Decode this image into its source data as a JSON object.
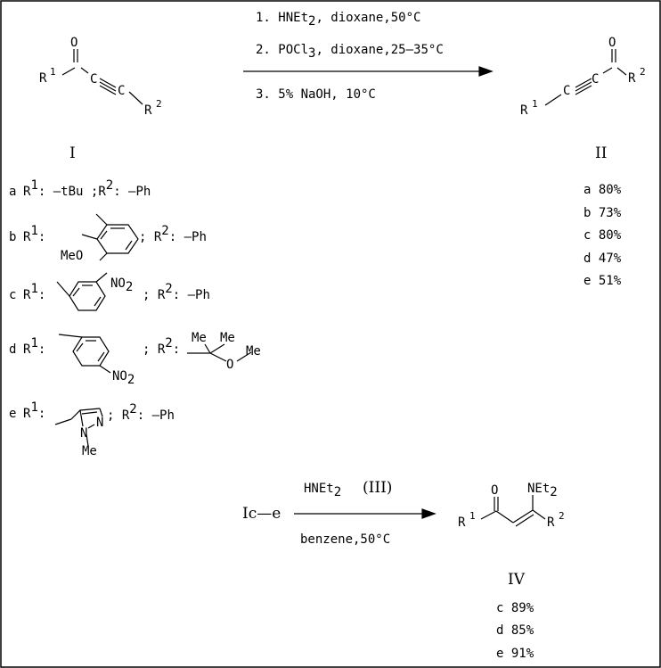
{
  "reaction1": {
    "conditions": [
      {
        "pre": "1. HNEt",
        "sub": "2",
        "post": ",  dioxane,50°C"
      },
      {
        "pre": "2. POCl",
        "sub": "3",
        "post": ",  dioxane,25–35°C"
      },
      {
        "pre": "3. 5% NaOH,  10°C",
        "sub": "",
        "post": ""
      }
    ],
    "start_label": "I",
    "product_label": "II",
    "start_atoms": {
      "o": "O",
      "r1": "R",
      "r1_sup": "1",
      "c1": "C",
      "c2": "C",
      "r2": "R",
      "r2_sup": "2"
    },
    "product_atoms": {
      "o": "O",
      "r1": "R",
      "r1_sup": "1",
      "c1": "C",
      "c2": "C",
      "r2": "R",
      "r2_sup": "2"
    }
  },
  "substituents": [
    {
      "letter": "a",
      "r1_text": "R",
      "r1_sup": "1",
      "r1_group": ": —tBu ;",
      "r2_text": "R",
      "r2_sup": "2",
      "r2_group": ": —Ph"
    },
    {
      "letter": "b",
      "r1_text": "R",
      "r1_sup": "1",
      "r1_group": ":",
      "ring_label": "MeO",
      "r2_text": "; R",
      "r2_sup": "2",
      "r2_group": ": —Ph"
    },
    {
      "letter": "c",
      "r1_text": "R",
      "r1_sup": "1",
      "r1_group": ":",
      "ring_label": "NO",
      "ring_label_sub": "2",
      "r2_text": "; R",
      "r2_sup": "2",
      "r2_group": ": —Ph"
    },
    {
      "letter": "d",
      "r1_text": "R",
      "r1_sup": "1",
      "r1_group": ":",
      "ring_label": "NO",
      "ring_label_sub": "2",
      "r2_text": "; R",
      "r2_sup": "2",
      "r2_group": ":",
      "r2_atoms": {
        "me1": "Me",
        "me2": "Me",
        "o": "O",
        "me3": "Me"
      }
    },
    {
      "letter": "e",
      "r1_text": "R",
      "r1_sup": "1",
      "r1_group": ":",
      "ring_atoms": {
        "n1": "N",
        "n2": "N",
        "me": "Me"
      },
      "r2_text": "; R",
      "r2_sup": "2",
      "r2_group": ": —Ph"
    }
  ],
  "yields_II": [
    {
      "letter": "a",
      "value": "80%"
    },
    {
      "letter": "b",
      "value": "73%"
    },
    {
      "letter": "c",
      "value": "80%"
    },
    {
      "letter": "d",
      "value": "47%"
    },
    {
      "letter": "e",
      "value": "51%"
    }
  ],
  "reaction2": {
    "start": "Ic—e",
    "reagent_pre": "HNEt",
    "reagent_sub": "2",
    "reagent_label": "(III)",
    "solvent": "benzene,50°C",
    "product_label": "IV",
    "product_atoms": {
      "o": "O",
      "n": "NEt",
      "n_sub": "2",
      "r1": "R",
      "r1_sup": "1",
      "r2": "R",
      "r2_sup": "2"
    }
  },
  "yields_IV": [
    {
      "letter": "c",
      "value": "89%"
    },
    {
      "letter": "d",
      "value": "85%"
    },
    {
      "letter": "e",
      "value": "91%"
    }
  ]
}
